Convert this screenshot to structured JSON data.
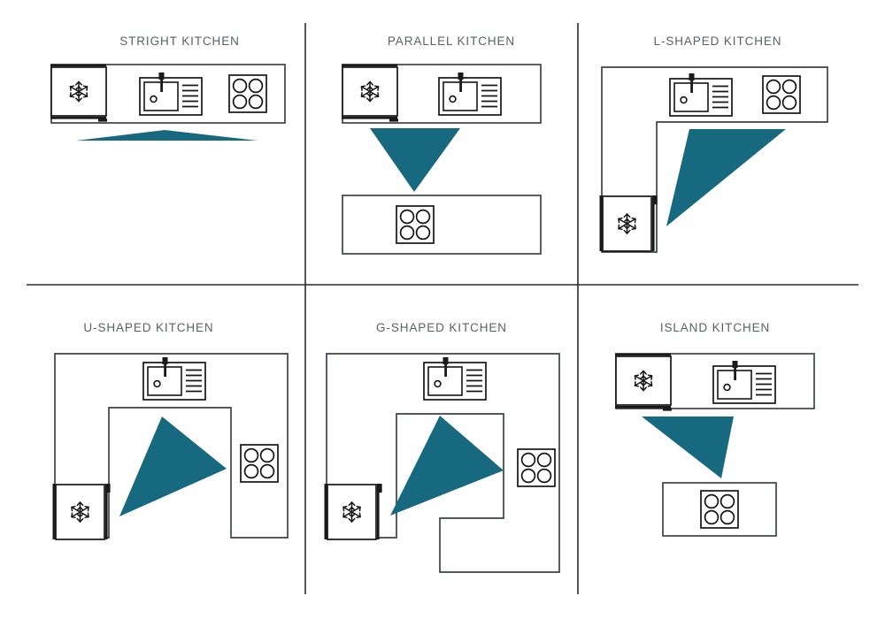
{
  "figure": {
    "title_case": "uppercase",
    "background_color": "#ffffff",
    "line_color": "#3c4346",
    "icon_color": "#151515",
    "triangle_color": "#16697f",
    "title_color": "#5b6265",
    "divider_color": "#2b2b2b"
  },
  "panels": [
    {
      "id": "straight-kitchen",
      "title": "STRIGHT KITCHEN",
      "appliances": [
        "refrigerator",
        "sink",
        "cooktop"
      ],
      "work_triangle": "flat-degenerate",
      "counters": 1
    },
    {
      "id": "parallel-kitchen",
      "title": "PARALLEL KITCHEN",
      "appliances": [
        "refrigerator",
        "sink",
        "cooktop"
      ],
      "work_triangle": "downward",
      "counters": 2
    },
    {
      "id": "l-shaped-kitchen",
      "title": "L-SHAPED KITCHEN",
      "appliances": [
        "refrigerator",
        "sink",
        "cooktop"
      ],
      "work_triangle": "right-leaning",
      "counters": 1
    },
    {
      "id": "u-shaped-kitchen",
      "title": "U-SHAPED KITCHEN",
      "appliances": [
        "refrigerator",
        "sink",
        "cooktop"
      ],
      "work_triangle": "wide-right",
      "counters": 1
    },
    {
      "id": "g-shaped-kitchen",
      "title": "G-SHAPED KITCHEN",
      "appliances": [
        "refrigerator",
        "sink",
        "cooktop"
      ],
      "work_triangle": "wide-right",
      "counters": 1
    },
    {
      "id": "island-kitchen",
      "title": "ISLAND KITCHEN",
      "appliances": [
        "refrigerator",
        "sink",
        "cooktop"
      ],
      "work_triangle": "downward-right",
      "counters": 2
    }
  ],
  "legend": {
    "refrigerator_icon": "snowflake-icon",
    "sink_icon": "sink-icon",
    "cooktop_icon": "cooktop-four-burner-icon"
  }
}
